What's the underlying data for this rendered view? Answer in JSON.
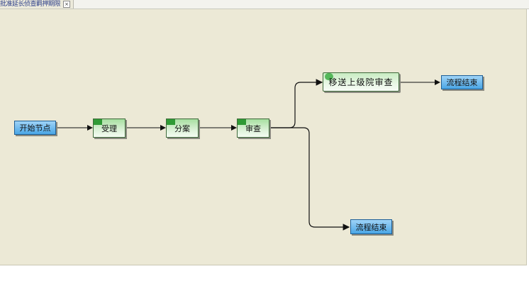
{
  "tab": {
    "title": "批准延长侦查羁押期限",
    "close_glyph": "×"
  },
  "workflow": {
    "nodes": {
      "start": "开始节点",
      "accept": "受理",
      "assign": "分案",
      "review": "审查",
      "transfer": "移送上级院审查",
      "end_top": "流程结束",
      "end_bottom": "流程结束"
    }
  },
  "colors": {
    "canvas": "#ece9d6",
    "node_blue": "#4aa6e6",
    "node_green": "#2f9a35",
    "connector": "#111111"
  }
}
